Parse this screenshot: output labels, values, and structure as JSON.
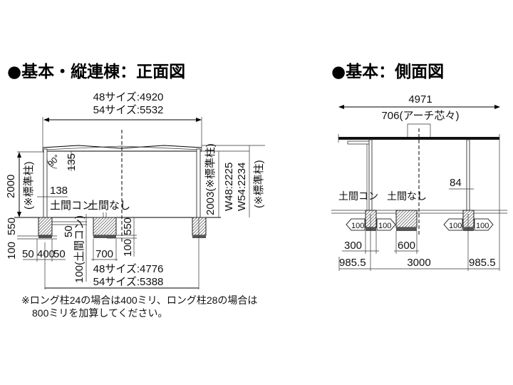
{
  "front_view": {
    "title": "●基本・縦連棟：正面図",
    "width_48": "48サイズ:4920",
    "width_54": "54サイズ:5532",
    "angle": "90°",
    "dim_135": "135",
    "height_2000": "2000",
    "std_post_left": "(※標準柱)",
    "dim_138": "138",
    "label_doma_con": "土間コン",
    "label_doma_nashi": "土間なし",
    "height_2003": "2003(※標準柱)",
    "w48": "W48:2225",
    "w54": "W54:2234",
    "std_post_right": "(※標準柱)",
    "dim_550_left": "550",
    "dim_100_left": "100",
    "dim_50_a": "50",
    "dim_400": "400",
    "dim_50_b": "50",
    "dim_50_c": "50",
    "dim_100_doma": "100(土間コン)",
    "dim_700": "700",
    "dim_550_mid": "550",
    "dim_100_mid": "100",
    "span_48": "48サイズ:4776",
    "span_54": "54サイズ:5388",
    "note_line1": "※ロング柱24の場合は400ミリ、ロング柱28の場合は",
    "note_line2": "800ミリを加算してください。"
  },
  "side_view": {
    "title": "●基本：側面図",
    "depth": "4971",
    "arch": "706(アーチ芯々)",
    "dim_84": "84",
    "label_doma_con": "土間コン",
    "label_doma_nashi": "土間なし",
    "arrow_100": "100",
    "dim_300": "300",
    "dim_600": "600",
    "dim_985_left": "985.5",
    "dim_3000": "3000",
    "dim_985_right": "985.5"
  }
}
